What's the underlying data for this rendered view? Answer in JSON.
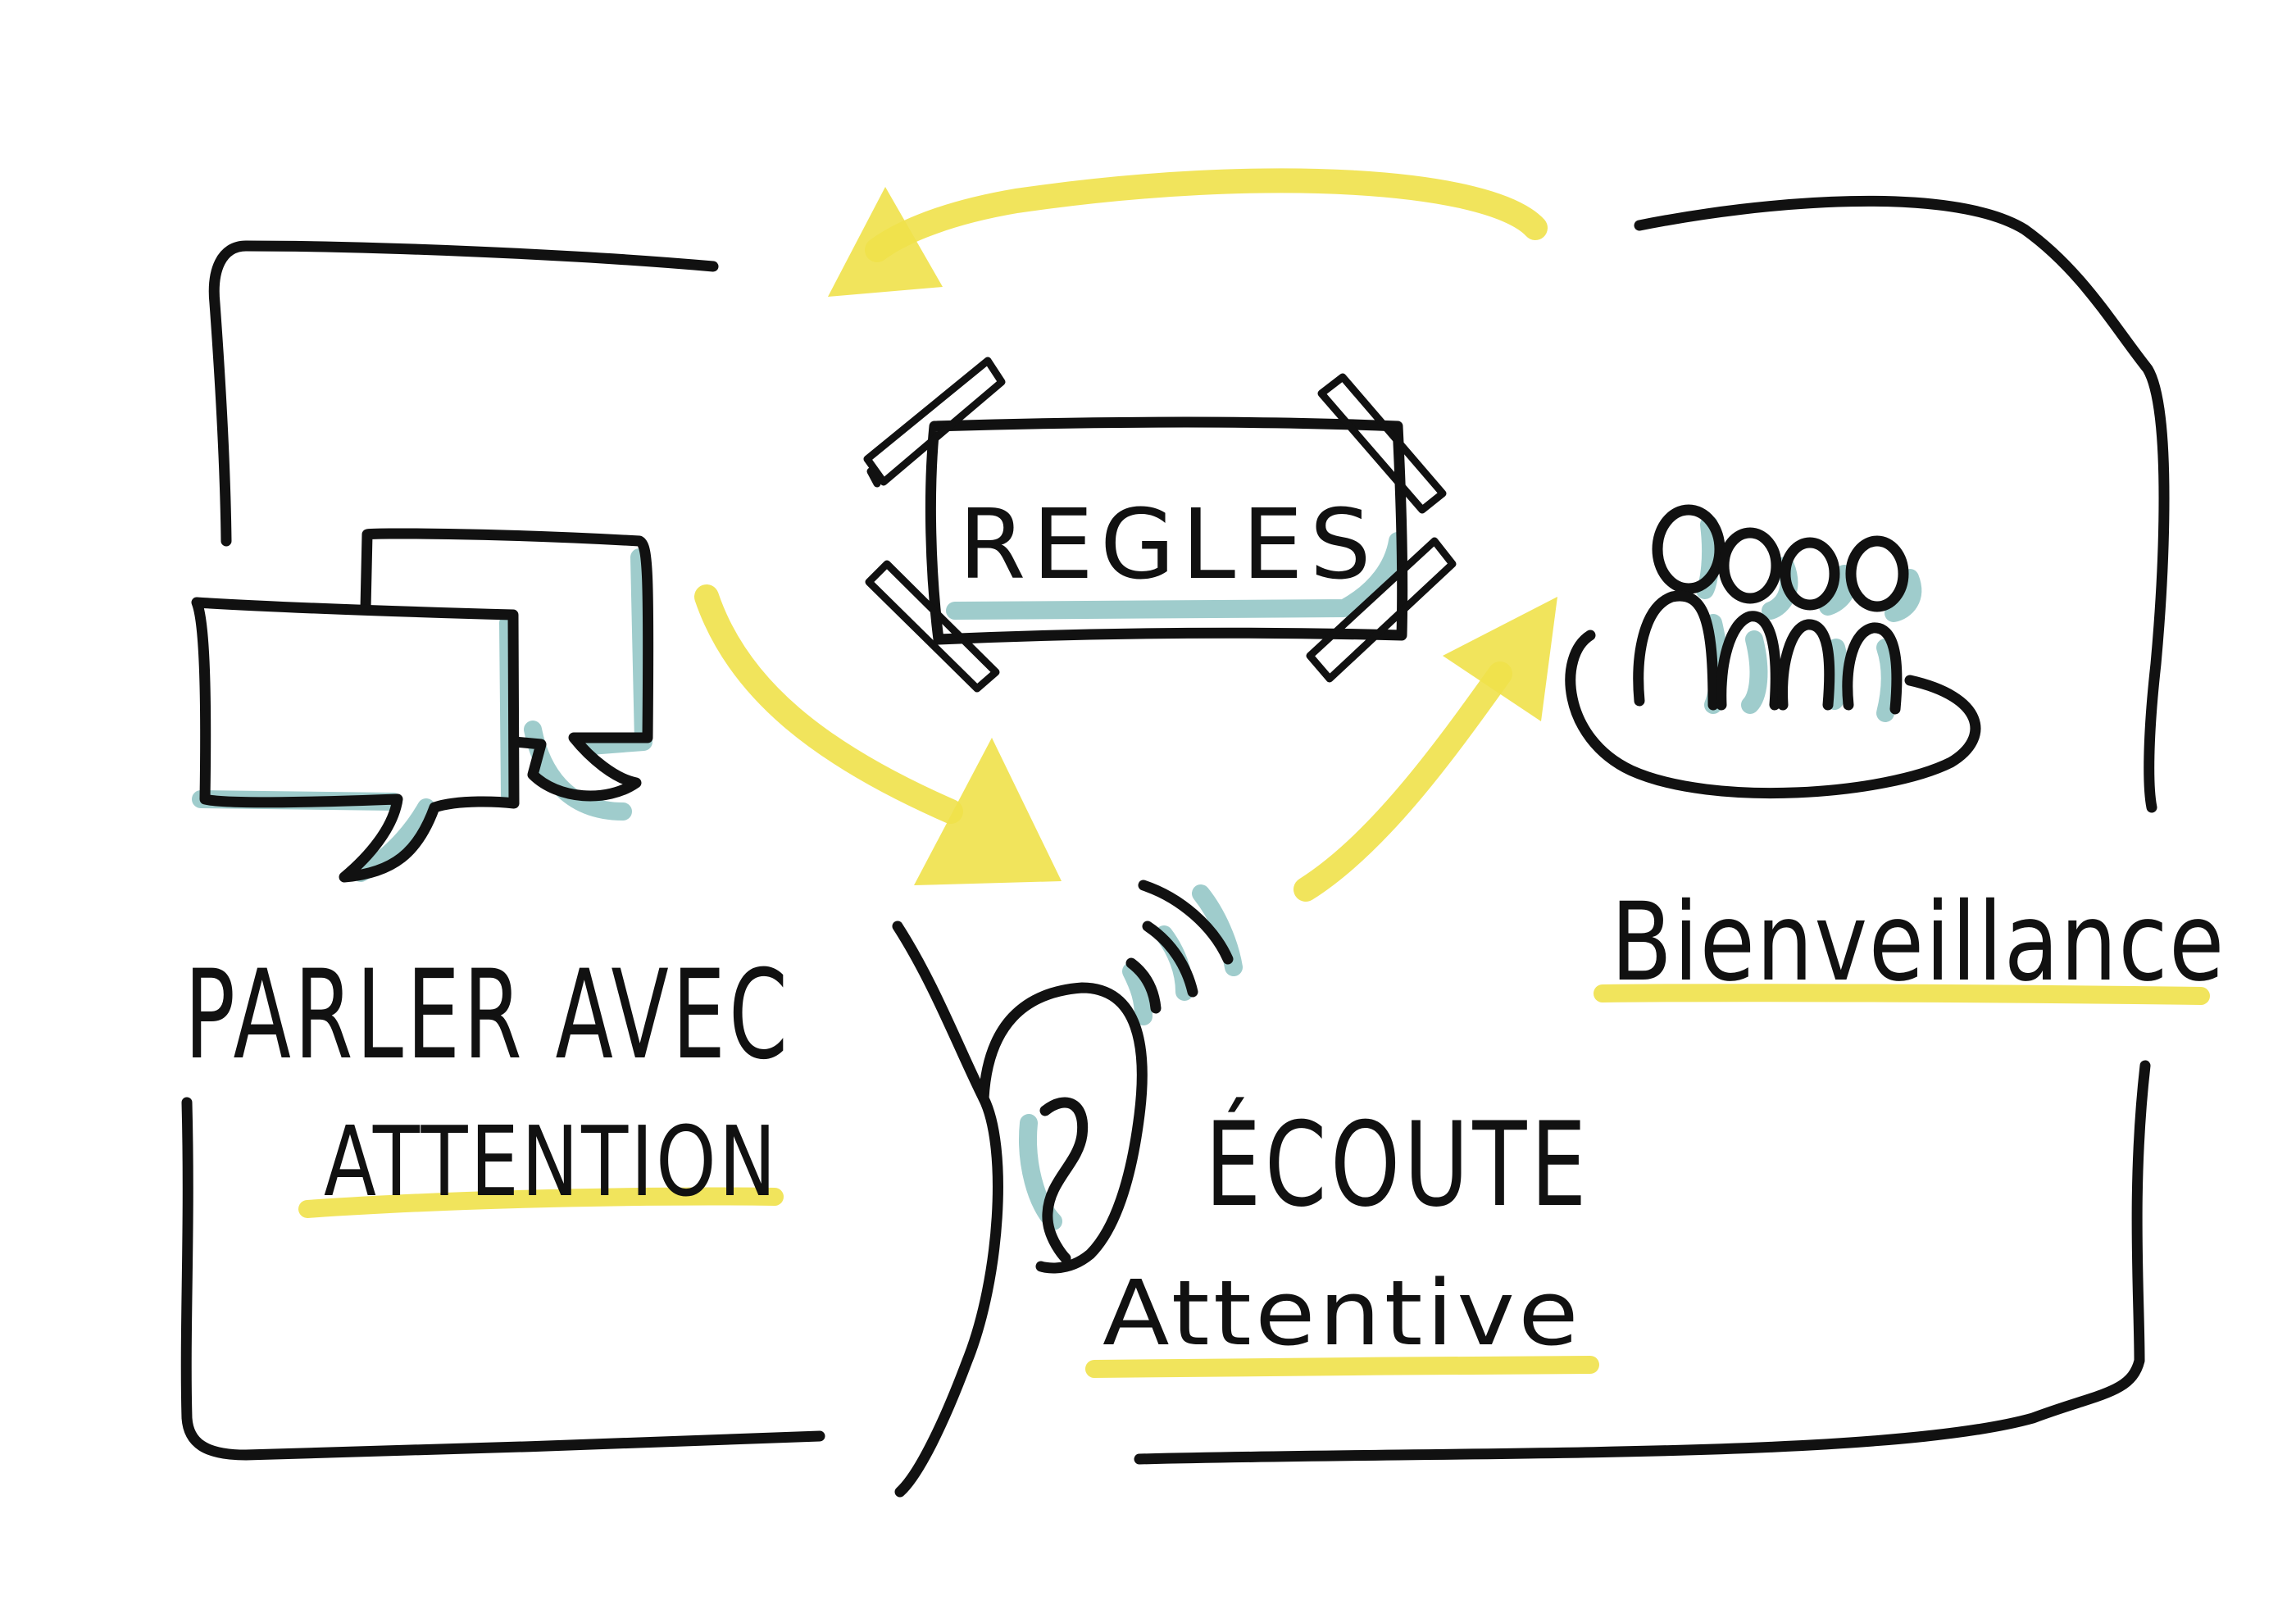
{
  "diagram": {
    "regles_label": "REGLES",
    "parler_line1": "PARLER AVEC",
    "parler_line2": "ATTENTION",
    "ecoute_line1": "ÉCOUTE",
    "ecoute_line2": "Attentive",
    "bienveillance_label": "Bienveillance"
  },
  "colors": {
    "ink": "#111111",
    "accent_yellow": "#f0e14a",
    "shadow_teal": "#9fcccc"
  },
  "icons": [
    "speech-bubbles-icon",
    "ear-icon",
    "people-group-icon",
    "taped-sign-icon",
    "cycle-arrow-icon"
  ]
}
